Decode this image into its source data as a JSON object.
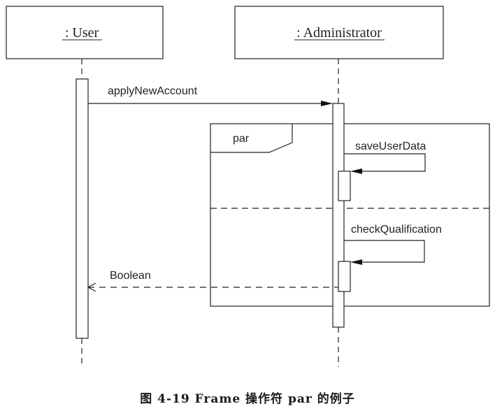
{
  "diagram": {
    "type": "sequence",
    "participants": [
      {
        "id": "user",
        "label": ": User"
      },
      {
        "id": "admin",
        "label": ": Administrator"
      }
    ],
    "messages": [
      {
        "label": "applyNewAccount",
        "from": "user",
        "to": "admin",
        "kind": "sync"
      },
      {
        "label": "saveUserData",
        "from": "admin",
        "to": "admin",
        "kind": "self"
      },
      {
        "label": "checkQualification",
        "from": "admin",
        "to": "admin",
        "kind": "self"
      },
      {
        "label": "Boolean",
        "from": "admin",
        "to": "user",
        "kind": "return"
      }
    ],
    "fragment": {
      "operator": "par",
      "operands": 2
    }
  },
  "caption": "图 4-19    Frame 操作符 par 的例子",
  "colors": {
    "line": "#222222",
    "background": "#ffffff"
  }
}
